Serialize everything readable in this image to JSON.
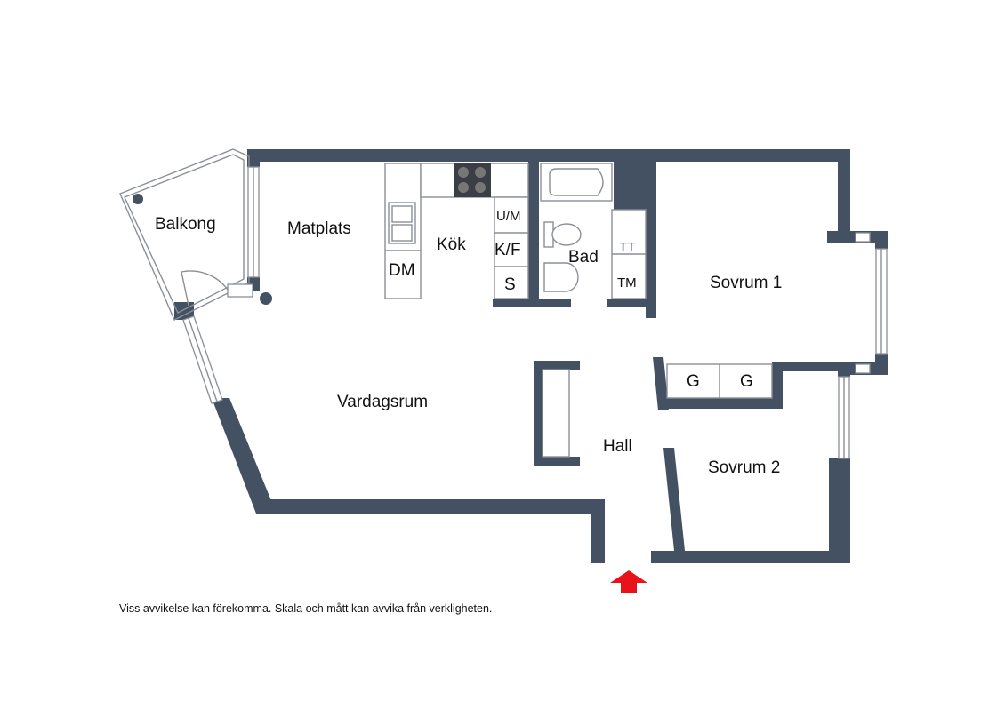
{
  "rooms": {
    "balkong": "Balkong",
    "matplats": "Matplats",
    "kok": "Kök",
    "bad": "Bad",
    "sovrum1": "Sovrum 1",
    "sovrum2": "Sovrum 2",
    "vardagsrum": "Vardagsrum",
    "hall": "Hall"
  },
  "appliances": {
    "diskmaskin": "DM",
    "ugn_mikro": "U/M",
    "kyl_frys": "K/F",
    "skap": "S",
    "torktumlare": "TT",
    "tvattmaskin": "TM",
    "garderob_1": "G",
    "garderob_2": "G"
  },
  "disclaimer": "Viss avvikelse kan förekomma. Skala och mått kan avvika från verkligheten.",
  "colors": {
    "wall": "#435163",
    "entrance_arrow": "#e8121b",
    "fixture_line": "#8a8f96"
  },
  "icons": {
    "entrance": "entrance-arrow-icon"
  }
}
